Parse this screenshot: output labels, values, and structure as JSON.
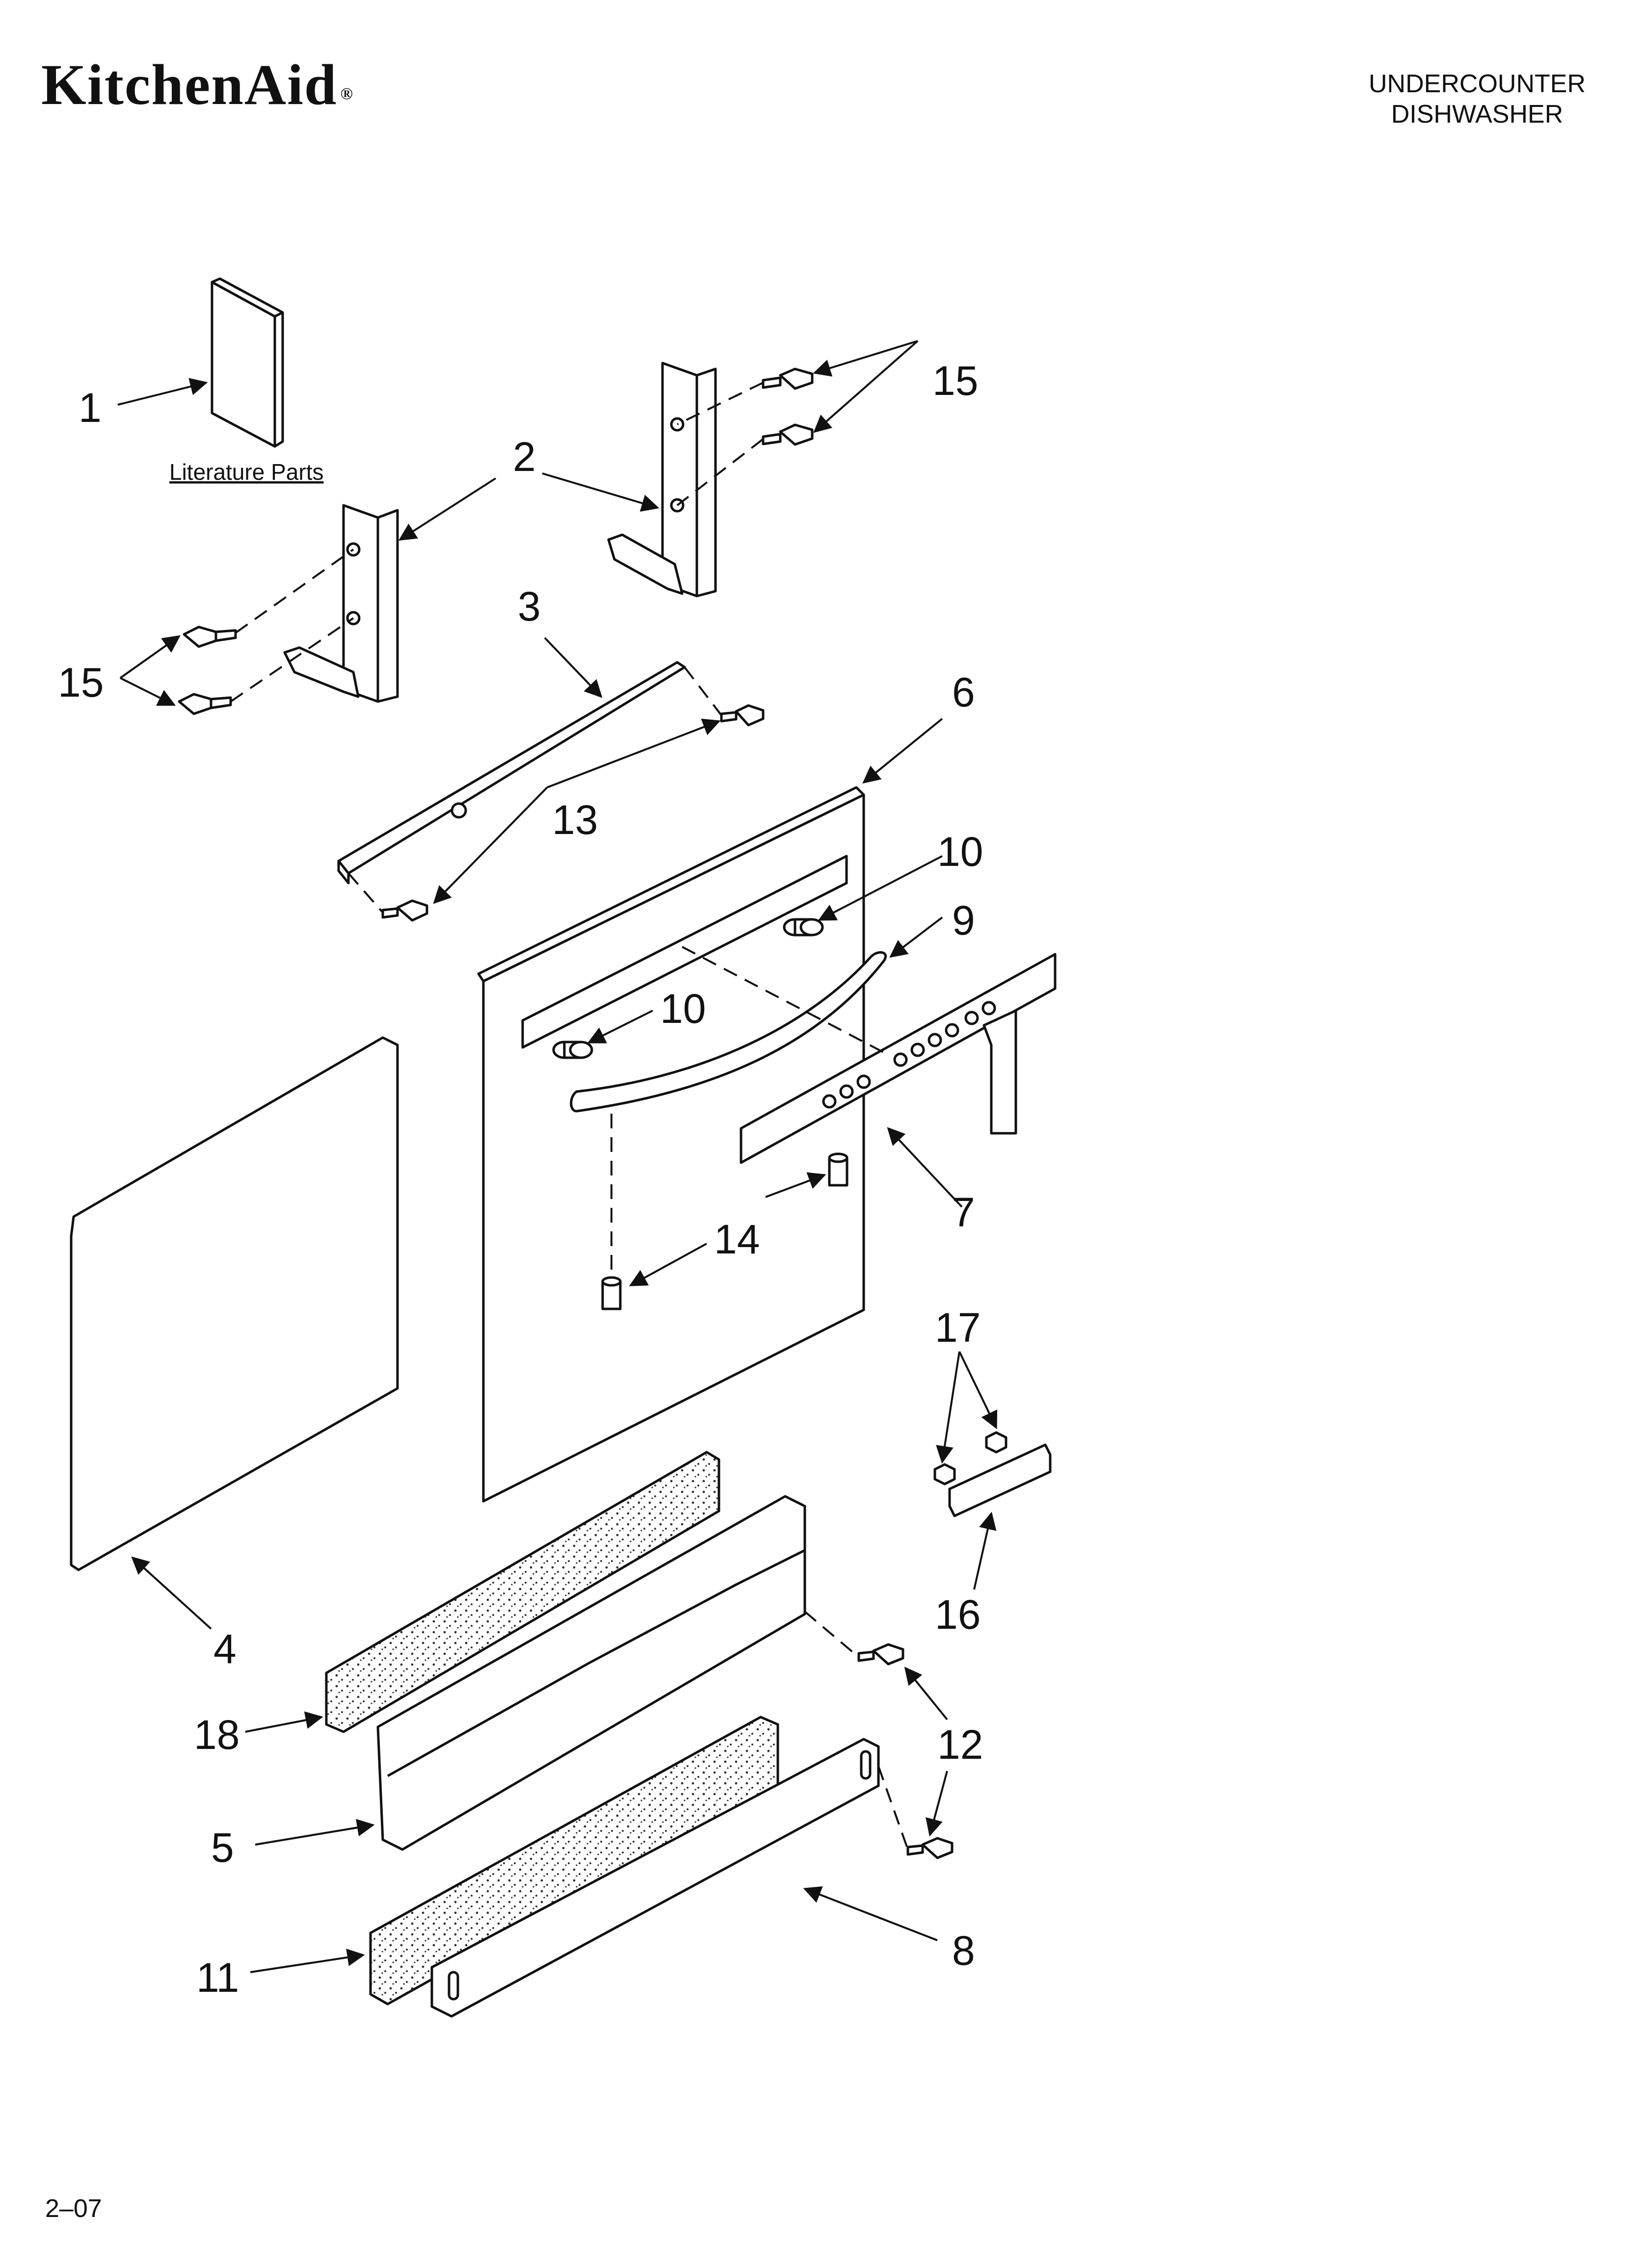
{
  "header": {
    "brand_logo_text": "KitchenAid",
    "title_line1": "UNDERCOUNTER",
    "title_line2": "DISHWASHER"
  },
  "literature_label": "Literature Parts",
  "callouts": {
    "c1": "1",
    "c2": "2",
    "c3": "3",
    "c4": "4",
    "c5": "5",
    "c6": "6",
    "c7": "7",
    "c8": "8",
    "c9": "9",
    "c10a": "10",
    "c10b": "10",
    "c11": "11",
    "c12": "12",
    "c13": "13",
    "c14": "14",
    "c15a": "15",
    "c15b": "15",
    "c16": "16",
    "c17": "17",
    "c18": "18"
  },
  "footer": {
    "page_code": "2–07"
  },
  "colors": {
    "line": "#111111",
    "panel": "#ffffff",
    "insulation_dot": "#333333"
  }
}
